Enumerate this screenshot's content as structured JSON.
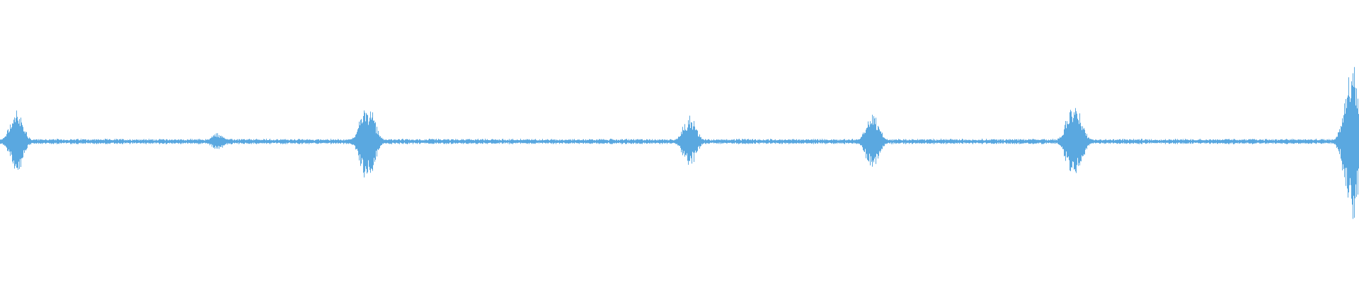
{
  "waveform": {
    "color": "#5aa8e0",
    "background": "#ffffff",
    "max_amplitude": 1.0,
    "bursts": [
      {
        "center": 0.012,
        "width": 0.02,
        "amplitude": 0.42
      },
      {
        "center": 0.16,
        "width": 0.02,
        "amplitude": 0.12
      },
      {
        "center": 0.27,
        "width": 0.022,
        "amplitude": 0.52
      },
      {
        "center": 0.507,
        "width": 0.02,
        "amplitude": 0.35
      },
      {
        "center": 0.642,
        "width": 0.019,
        "amplitude": 0.4
      },
      {
        "center": 0.79,
        "width": 0.022,
        "amplitude": 0.52
      },
      {
        "center": 0.995,
        "width": 0.022,
        "amplitude": 1.0
      }
    ]
  }
}
